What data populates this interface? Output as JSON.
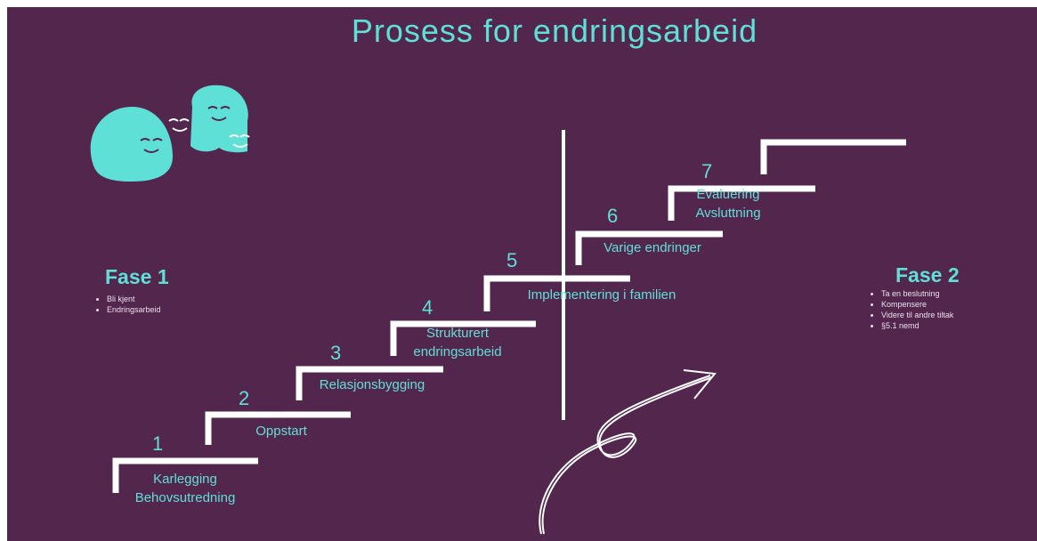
{
  "title": "Prosess for endringsarbeid",
  "steps": [
    {
      "number": "1",
      "lines": [
        "Karlegging",
        "Behovsutredning"
      ]
    },
    {
      "number": "2",
      "lines": [
        "Oppstart"
      ]
    },
    {
      "number": "3",
      "lines": [
        "Relasjonsbygging"
      ]
    },
    {
      "number": "4",
      "lines": [
        "Strukturert",
        "endringsarbeid"
      ]
    },
    {
      "number": "5",
      "lines": [
        "Implementering i familien"
      ]
    },
    {
      "number": "6",
      "lines": [
        "Varige endringer"
      ]
    },
    {
      "number": "7",
      "lines": [
        "Evaluering",
        "Avsluttning"
      ]
    }
  ],
  "fase1": {
    "title": "Fase 1",
    "items": [
      "Bli kjent",
      "Endringsarbeid"
    ]
  },
  "fase2": {
    "title": "Fase 2",
    "items": [
      "Ta en beslutning",
      "Kompensere",
      "Videre til andre tiltak",
      "§5.1 nemd"
    ]
  },
  "colors": {
    "background": "#53264d",
    "accent": "#5fe0d6",
    "line": "#ffffff"
  },
  "decorations": {
    "illustration": "two-smiling-blobs",
    "arrow": "curly-arrow-up-right"
  }
}
